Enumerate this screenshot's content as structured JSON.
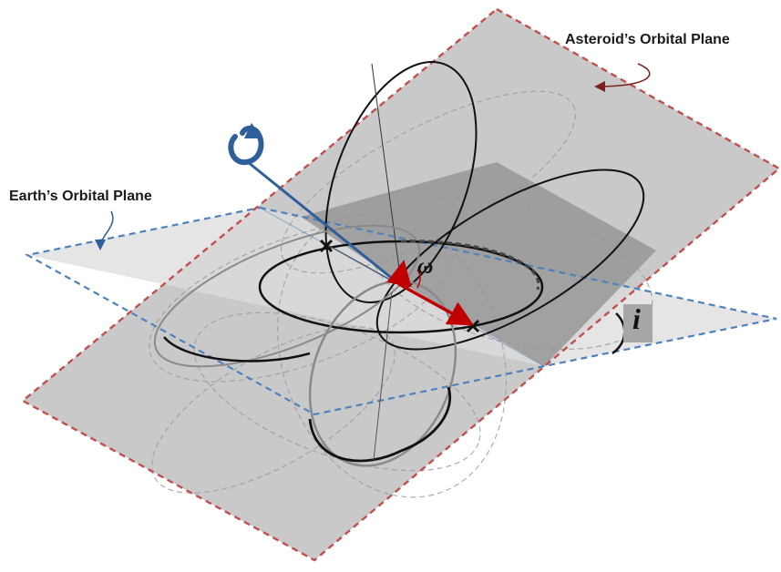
{
  "labels": {
    "asteroid_plane": "Asteroid’s Orbital Plane",
    "earth_plane": "Earth’s Orbital Plane",
    "omega": "ω",
    "inclination": "i"
  },
  "colors": {
    "asteroid_plane_border": "#c0504d",
    "earth_plane_border": "#4f81bd",
    "asteroid_plane_fill": "#c8c8c8",
    "earth_plane_fill": "#d9d9d9",
    "overlap_fill": "#8c8c8c",
    "spin_axis": "#2f5f9a",
    "vector": "#c00000",
    "orbit": "#111111"
  }
}
